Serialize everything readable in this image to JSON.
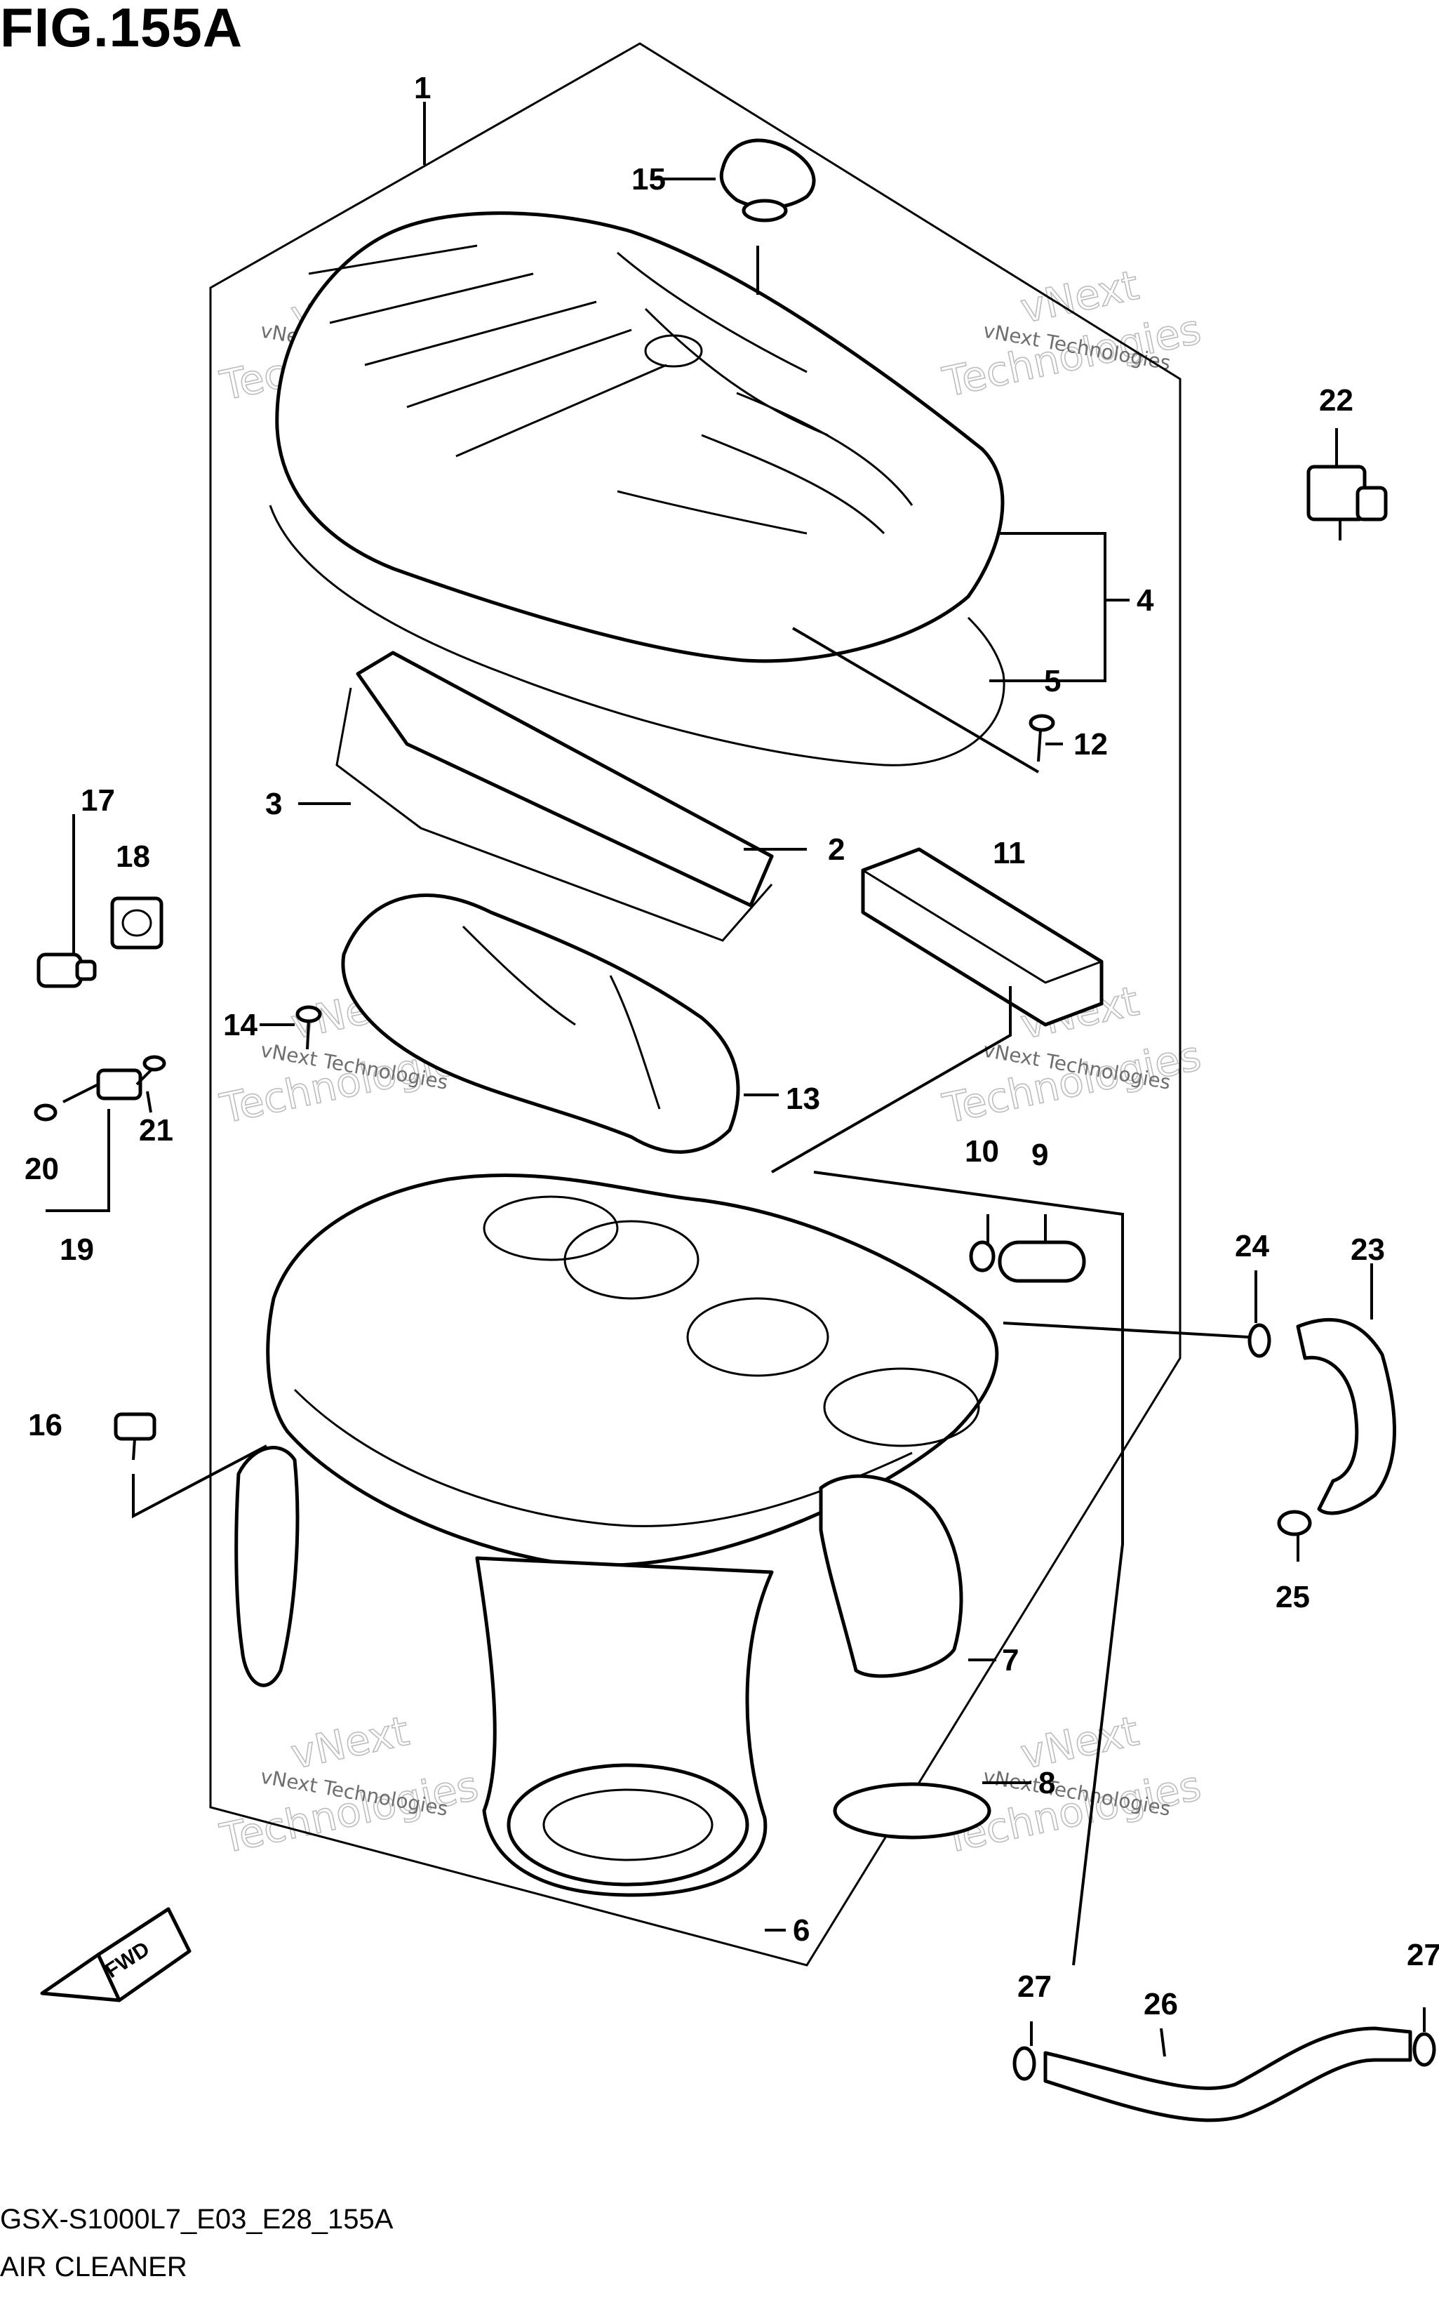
{
  "figure": {
    "title": "FIG.155A",
    "model_code": "GSX-S1000L7_E03_E28_155A",
    "section_name": "AIR CLEANER",
    "fwd_label": "FWD"
  },
  "watermark": {
    "line1": "vNext Technologies",
    "line2": "Technologies",
    "line3": "vNext"
  },
  "callouts": [
    "1",
    "2",
    "3",
    "4",
    "5",
    "6",
    "7",
    "8",
    "9",
    "10",
    "11",
    "12",
    "13",
    "14",
    "15",
    "16",
    "17",
    "18",
    "19",
    "20",
    "21",
    "22",
    "23",
    "24",
    "25",
    "26",
    "27",
    "27"
  ]
}
